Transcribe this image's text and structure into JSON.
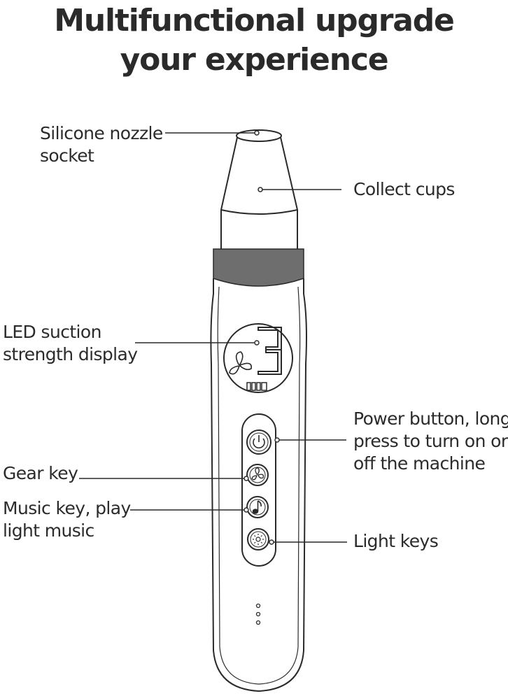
{
  "title": {
    "line1": "Multifunctional upgrade",
    "line2": "your experience"
  },
  "labels": {
    "nozzle": [
      "Silicone nozzle",
      "socket"
    ],
    "cups": [
      "Collect cups"
    ],
    "led": [
      "LED suction",
      "strength display"
    ],
    "power": [
      "Power button, long",
      "press to turn on or",
      "off the machine"
    ],
    "gear": [
      "Gear key"
    ],
    "music": [
      "Music key, play",
      "light music"
    ],
    "light": [
      "Light keys"
    ]
  },
  "display_digit": "3",
  "colors": {
    "line": "#2a2a2a",
    "band": "#6e6e6e"
  }
}
